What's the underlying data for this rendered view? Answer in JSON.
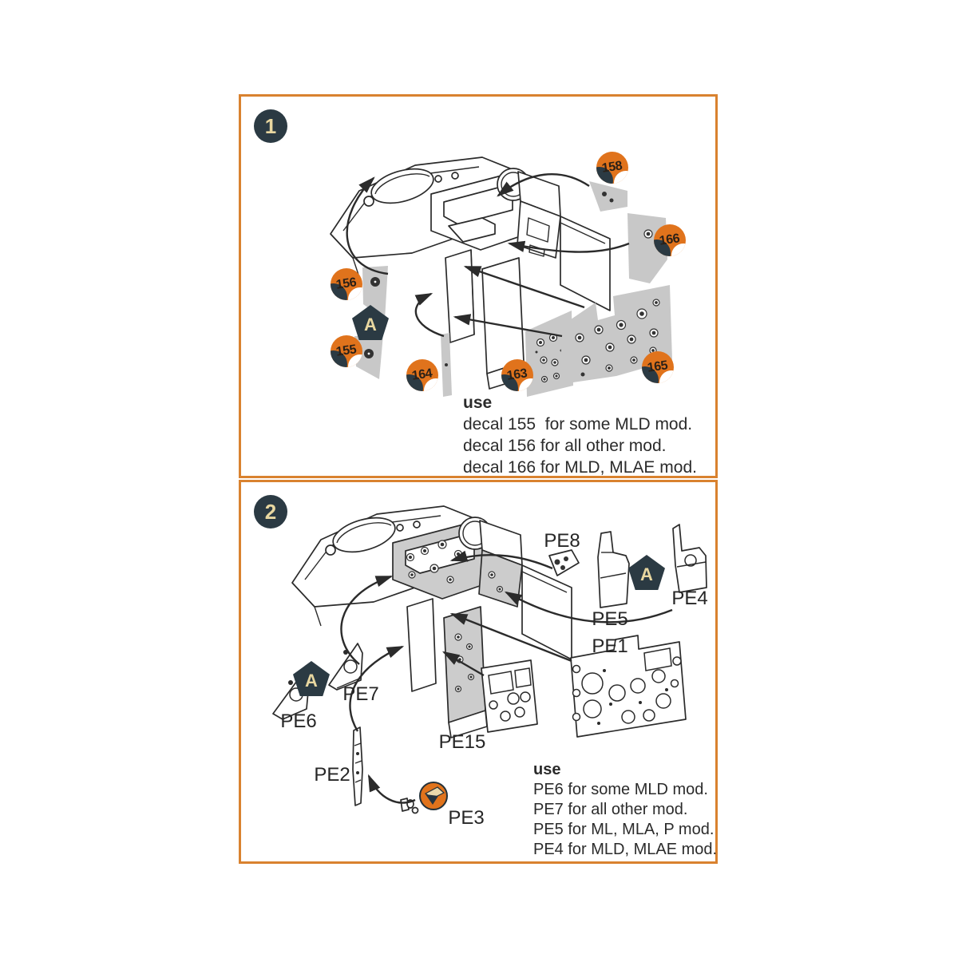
{
  "colors": {
    "panel_border_orange": "#d9822f",
    "badge_orange": "#e0731c",
    "navy": "#2b3a43",
    "cream_text": "#e8d7a0",
    "decal_gray": "#c8c8c8",
    "line_art": "#2b2b2b"
  },
  "panel1": {
    "step": "1",
    "marker": "A",
    "badges": {
      "b158": "158",
      "b166": "166",
      "b156": "156",
      "b155": "155",
      "b164": "164",
      "b163": "163",
      "b165": "165"
    },
    "use_heading": "use",
    "use_lines": [
      "decal 155  for some MLD mod.",
      "decal 156 for all other mod.",
      "decal 166 for MLD, MLAE mod."
    ]
  },
  "panel2": {
    "step": "2",
    "marker": "A",
    "labels": {
      "pe8": "PE8",
      "pe5": "PE5",
      "pe4": "PE4",
      "pe1": "PE1",
      "pe15": "PE15",
      "pe7": "PE7",
      "pe6": "PE6",
      "pe2": "PE2",
      "pe3": "PE3"
    },
    "use_heading": "use",
    "use_lines": [
      "PE6 for some MLD mod.",
      "PE7 for all other mod.",
      "PE5 for ML, MLA, P mod.",
      "PE4 for MLD, MLAE mod."
    ]
  }
}
